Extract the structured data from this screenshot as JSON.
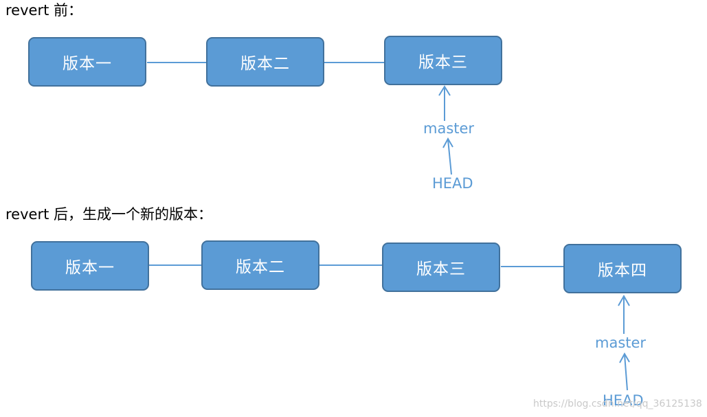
{
  "before": {
    "heading": "revert 前：",
    "versions": [
      "版本一",
      "版本二",
      "版本三"
    ],
    "master_label": "master",
    "head_label": "HEAD"
  },
  "after": {
    "heading": "revert 后，生成一个新的版本：",
    "versions": [
      "版本一",
      "版本二",
      "版本三",
      "版本四"
    ],
    "master_label": "master",
    "head_label": "HEAD"
  },
  "watermark": "https://blog.csdn.net/qq_36125138",
  "colors": {
    "box_fill": "#5b9bd5",
    "box_border": "#41719c",
    "text_label": "#5b9bd5",
    "connector": "#5b9bd5"
  }
}
